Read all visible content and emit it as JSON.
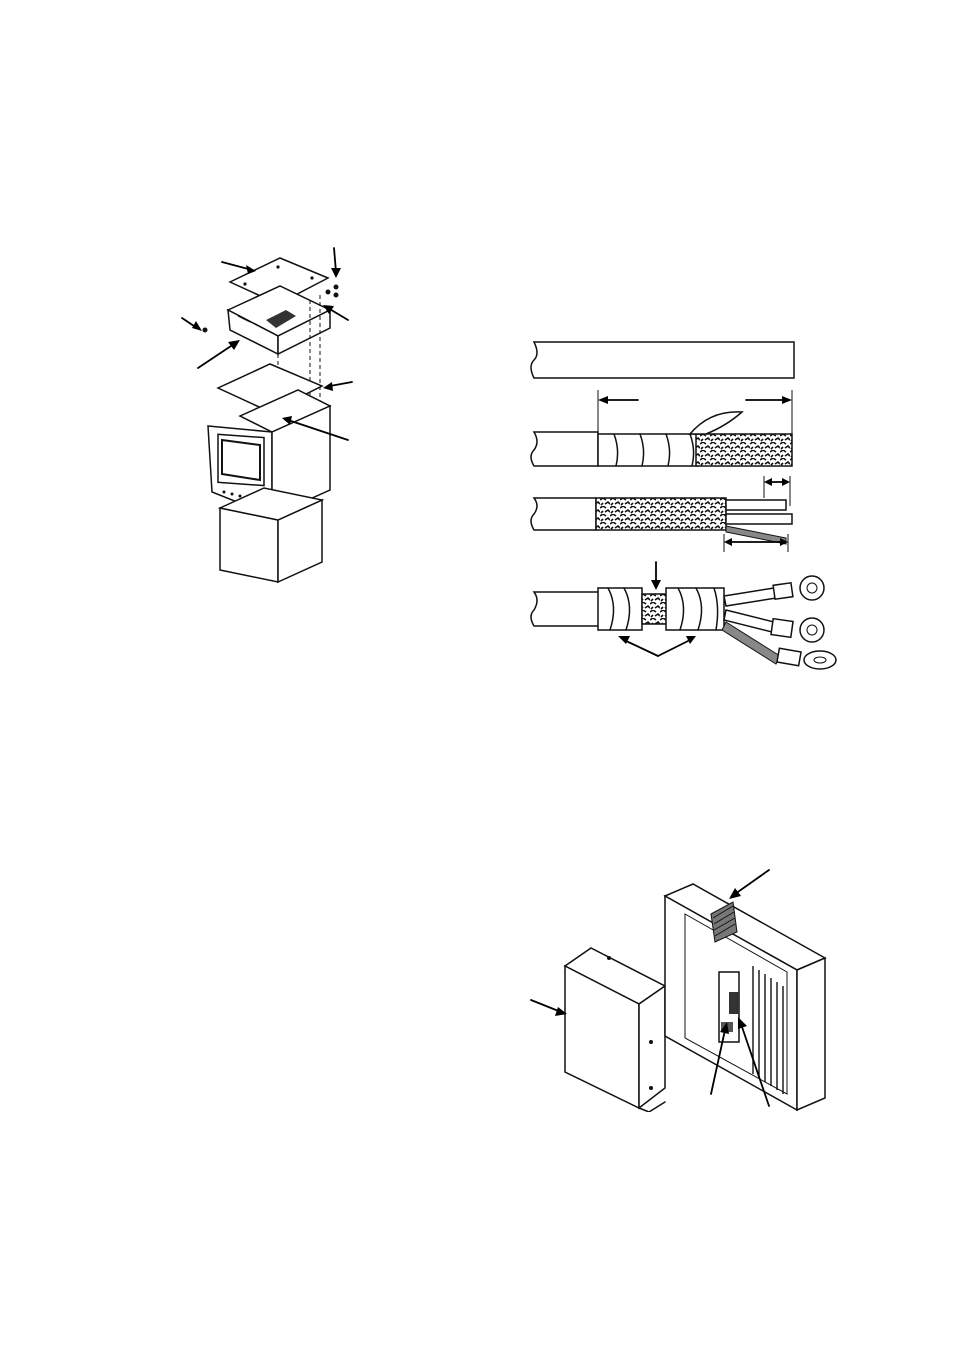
{
  "page": {
    "background": "#ffffff",
    "ink_color": "#111111"
  },
  "figures": [
    {
      "id": "exploded-view",
      "icon": "exploded-assembly-drawing",
      "labels": []
    },
    {
      "id": "cable-preparation",
      "icon": "cable-stripping-steps-drawing",
      "labels": []
    },
    {
      "id": "unit-cover-removal",
      "icon": "cover-removal-drawing",
      "labels": []
    }
  ]
}
